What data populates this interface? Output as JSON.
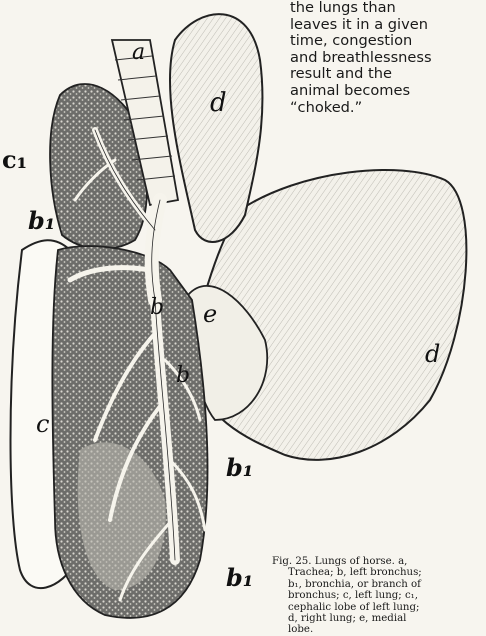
{
  "body_text": {
    "lines": [
      "the lungs than",
      "leaves it in a given",
      "time, congestion",
      "and breathlessness",
      "result and the",
      "animal becomes",
      "“choked.”"
    ]
  },
  "figure": {
    "labels": {
      "a": "a",
      "d_top": "d",
      "c1": "c₁",
      "b1_upper": "b₁",
      "b": "b",
      "e": "e",
      "d_right": "d",
      "c": "c",
      "b_lower": "b",
      "b1_mid": "b₁",
      "b1_low": "b₁"
    }
  },
  "caption": {
    "lines": [
      "Fig. 25.  Lungs of horse.  a,",
      "Trachea; b, left bronchus;",
      "b₁, bronchia, or branch of",
      "bronchus; c, left lung; c₁,",
      "cephalic lobe of left lung;",
      "d, right lung;  e, medial",
      "lobe."
    ]
  }
}
